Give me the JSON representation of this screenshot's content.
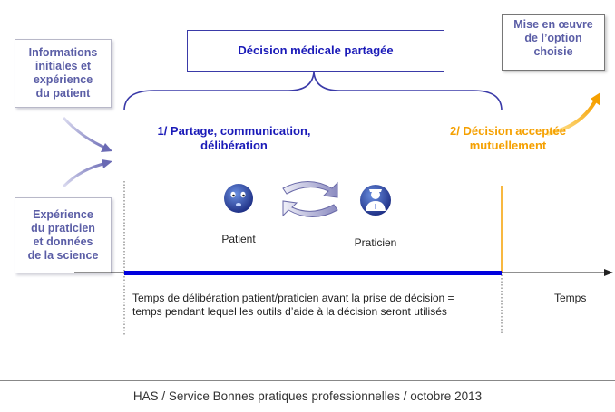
{
  "boxes": {
    "info_patient": "Informations\ninitiales et\nexpérience\ndu patient",
    "experience_praticien": "Expérience\ndu praticien\net données\nde la science",
    "decision_partagee": "Décision médicale partagée",
    "mise_en_oeuvre": "Mise en œuvre\nde l’option\nchoisie"
  },
  "phases": {
    "phase1": "1/ Partage, communication,\ndélibération",
    "phase2": "2/ Décision acceptée\nmutuellement"
  },
  "actors": {
    "patient": "Patient",
    "praticien": "Praticien"
  },
  "timeline": {
    "description": "Temps de délibération patient/praticien avant la prise de décision =\ntemps pendant lequel les outils d’aide à la décision seront utilisés",
    "axis_label": "Temps"
  },
  "footer": "HAS / Service Bonnes pratiques professionnelles / octobre 2013",
  "colors": {
    "blue": "#1a1ab8",
    "orange": "#f5a000",
    "purple_text": "#5b5ea6",
    "timeline_bar": "#0000dd"
  },
  "icons": [
    "patient-smiley-icon",
    "doctor-icon",
    "cycle-arrows-icon"
  ]
}
